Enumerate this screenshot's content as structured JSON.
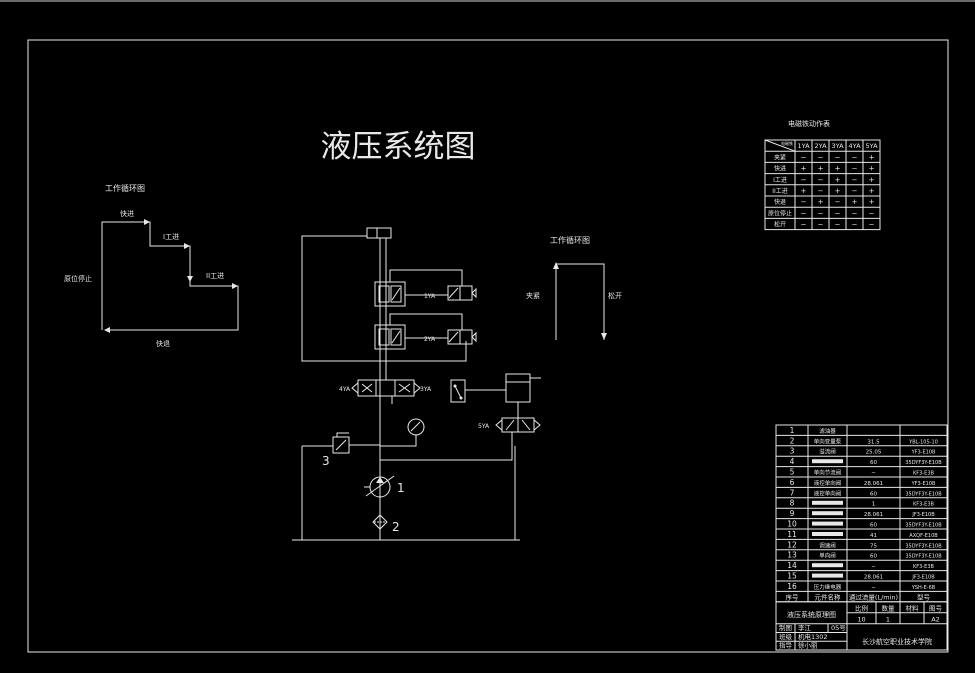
{
  "title": "液压系统图",
  "cycle_left": {
    "title": "工作循环图",
    "labels": [
      "快进",
      "I工进",
      "II工进",
      "快退",
      "原位停止"
    ]
  },
  "cycle_right": {
    "title": "工作循环图",
    "labels": [
      "夹紧",
      "松开"
    ]
  },
  "action_table": {
    "title": "电磁铁动作表",
    "corner": "电磁铁",
    "headers": [
      "1YA",
      "2YA",
      "3YA",
      "4YA",
      "5YA"
    ],
    "rows": [
      {
        "name": "夹紧",
        "cells": [
          "−",
          "−",
          "−",
          "−",
          "+"
        ]
      },
      {
        "name": "快进",
        "cells": [
          "+",
          "+",
          "+",
          "−",
          "+"
        ]
      },
      {
        "name": "I工进",
        "cells": [
          "−",
          "−",
          "+",
          "−",
          "+"
        ]
      },
      {
        "name": "II工进",
        "cells": [
          "+",
          "−",
          "+",
          "−",
          "+"
        ]
      },
      {
        "name": "快退",
        "cells": [
          "−",
          "+",
          "−",
          "+",
          "+"
        ]
      },
      {
        "name": "原位停止",
        "cells": [
          "−",
          "−",
          "−",
          "−",
          "−"
        ]
      },
      {
        "name": "松开",
        "cells": [
          "−",
          "−",
          "−",
          "−",
          "−"
        ]
      }
    ]
  },
  "diagram": {
    "solenoids": [
      "1YA",
      "2YA",
      "3YA",
      "4YA",
      "5YA"
    ],
    "callouts": [
      "1",
      "2",
      "3"
    ]
  },
  "bom": {
    "rows": [
      {
        "no": "1",
        "name": "滤油器",
        "spec": "",
        "model": ""
      },
      {
        "no": "2",
        "name": "单向变量泵",
        "spec": "31.5",
        "model": "YBL-105-10"
      },
      {
        "no": "3",
        "name": "溢流阀",
        "spec": "25.05",
        "model": "YF3-E10B"
      },
      {
        "no": "4",
        "name": "",
        "spec": "60",
        "model": "35DYF3Y-E10B"
      },
      {
        "no": "5",
        "name": "单向节流阀",
        "spec": "−",
        "model": "KF3-E3B"
      },
      {
        "no": "6",
        "name": "液控单向阀",
        "spec": "28.061",
        "model": "YF3-E10B"
      },
      {
        "no": "7",
        "name": "液控单向阀",
        "spec": "60",
        "model": "35DYF3Y-E10B"
      },
      {
        "no": "8",
        "name": "",
        "spec": "1",
        "model": "KF3-E3B"
      },
      {
        "no": "9",
        "name": "",
        "spec": "28.061",
        "model": "JF3-E10B"
      },
      {
        "no": "10",
        "name": "",
        "spec": "60",
        "model": "35DYF3Y-E10B"
      },
      {
        "no": "11",
        "name": "",
        "spec": "41",
        "model": "AXQF-E10B"
      },
      {
        "no": "12",
        "name": "调速阀",
        "spec": "75",
        "model": "35DYF3Y-E10B"
      },
      {
        "no": "13",
        "name": "单向阀",
        "spec": "60",
        "model": "35DYF3Y-E10B"
      },
      {
        "no": "14",
        "name": "",
        "spec": "−",
        "model": "KF3-E3B"
      },
      {
        "no": "15",
        "name": "",
        "spec": "28.061",
        "model": "JF3-E10B"
      },
      {
        "no": "16",
        "name": "压力继电器",
        "spec": "−",
        "model": "YSH-E-6B"
      }
    ],
    "header": {
      "no": "序号",
      "name": "元件名称",
      "spec": "通过流量(L/min)",
      "model": "型号"
    },
    "sheet_title": "液压系统原理图",
    "info_labels": [
      "比例",
      "数量",
      "材料",
      "图号"
    ],
    "info_values": [
      "10",
      "1",
      "",
      "A2"
    ],
    "bottom_rows": [
      {
        "label": "制图",
        "value": "李江",
        "extra": "05号"
      },
      {
        "label": "班级",
        "value": "机电1302",
        "extra": ""
      },
      {
        "label": "指导",
        "value": "徐小丽",
        "extra": ""
      }
    ],
    "school": "长沙航空职业技术学院"
  }
}
